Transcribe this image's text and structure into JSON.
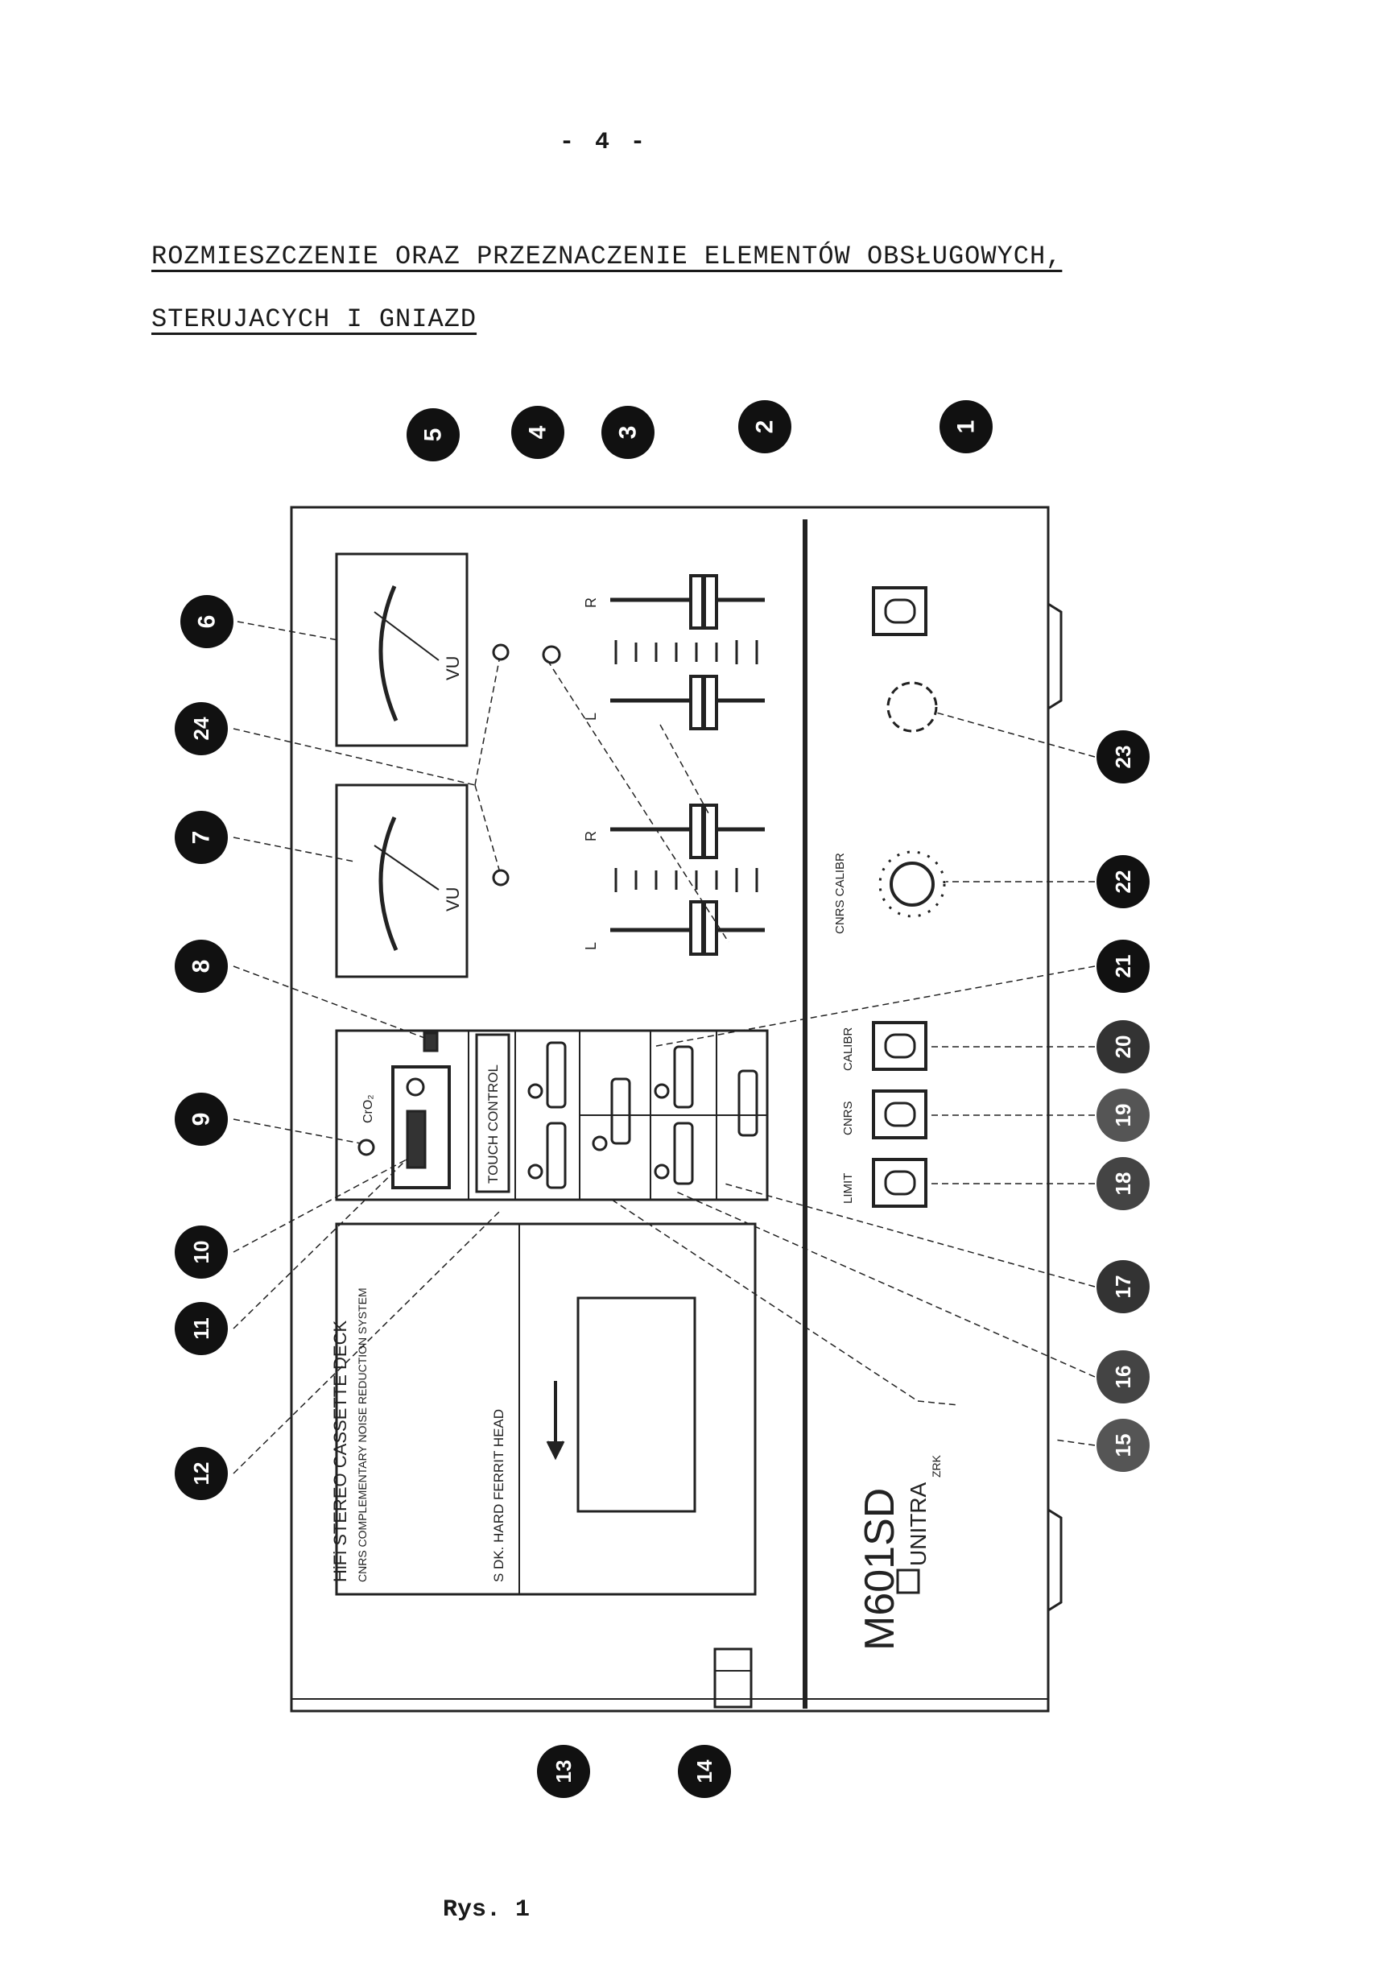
{
  "page_number": "- 4 -",
  "title_line1": "ROZMIESZCZENIE ORAZ PRZEZNACZENIE ELEMENTÓW OBSŁUGOWYCH,",
  "title_line2": "STERUJACYCH I GNIAZD",
  "caption": "Rys. 1",
  "device": {
    "model": "M601SD",
    "brand": "UNITRA",
    "brand_sub": "ZRK",
    "deck_line1": "HiFi STEREO CASSETTE DECK",
    "deck_line2": "CNRS COMPLEMENTARY NOISE REDUCTION SYSTEM",
    "head_label": "S DK. HARD FERRIT HEAD",
    "touch_control": "TOUCH CONTROL",
    "vu_label": "VU",
    "cnrs_calibr": "CNRS CALIBR",
    "switch_labels": [
      "CALIBR",
      "CNRS",
      "LIMIT"
    ],
    "slider_labels": [
      "L",
      "R"
    ],
    "cr_label": "CrO₂"
  },
  "callouts": [
    "1",
    "2",
    "3",
    "4",
    "5",
    "6",
    "7",
    "8",
    "9",
    "10",
    "11",
    "12",
    "13",
    "14",
    "15",
    "16",
    "17",
    "18",
    "19",
    "20",
    "21",
    "22",
    "23",
    "24"
  ]
}
